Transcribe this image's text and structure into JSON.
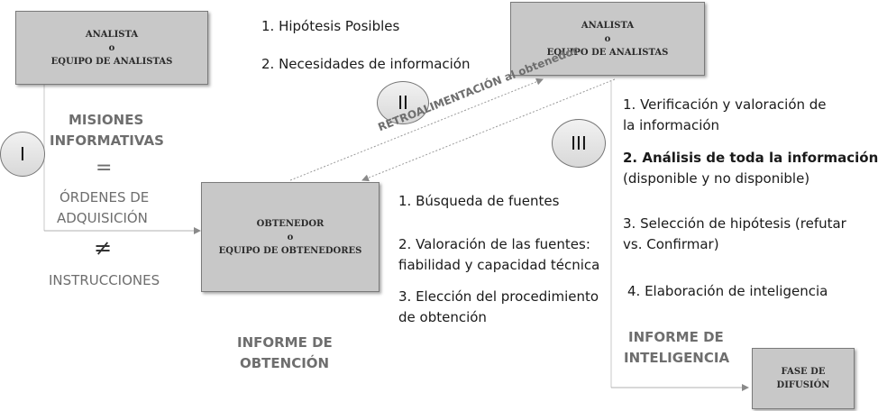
{
  "analyst_box_1": {
    "line1": "ANALISTA",
    "line2": "o",
    "line3": "EQUIPO DE ANALISTAS"
  },
  "analyst_box_2": {
    "line1": "ANALISTA",
    "line2": "o",
    "line3": "EQUIPO DE ANALISTAS"
  },
  "collector_box": {
    "line1": "OBTENEDOR",
    "line2": "o",
    "line3": "EQUIPO DE OBTENEDORES"
  },
  "dissemination_box": {
    "line1": "FASE DE",
    "line2": "DIFUSIÓN"
  },
  "phase_markers": {
    "one": "I",
    "two": "II",
    "three": "III"
  },
  "left_column": {
    "missions_line1": "MISIONES",
    "missions_line2": "INFORMATIVAS",
    "equals": "=",
    "orders_line1": "ÓRDENES DE",
    "orders_line2": "ADQUISICIÓN",
    "not_equal": "≠",
    "instructions": "INSTRUCCIONES"
  },
  "phase2_items": [
    "1. Hipótesis Posibles",
    "2. Necesidades de información"
  ],
  "feedback_label": "RETROALIMENTACIÓN al obtenedor",
  "collector_steps": {
    "s1": "1. Búsqueda de fuentes",
    "s2a": "2. Valoración de las fuentes:",
    "s2b": "fiabilidad y capacidad técnica",
    "s3a": "3. Elección del procedimiento",
    "s3b": "de obtención"
  },
  "analysis_steps": {
    "s1a": "1. Verificación y valoración de",
    "s1b": "la información",
    "s2a": "2. Análisis de toda la información",
    "s2b": "(disponible y no disponible)",
    "s3a": "3. Selección de hipótesis (refutar",
    "s3b": "vs. Confirmar)",
    "s4": "4. Elaboración de inteligencia"
  },
  "report_collection": {
    "line1": "INFORME DE",
    "line2": "OBTENCIÓN"
  },
  "report_intelligence": {
    "line1": "INFORME DE",
    "line2": "INTELIGENCIA"
  }
}
